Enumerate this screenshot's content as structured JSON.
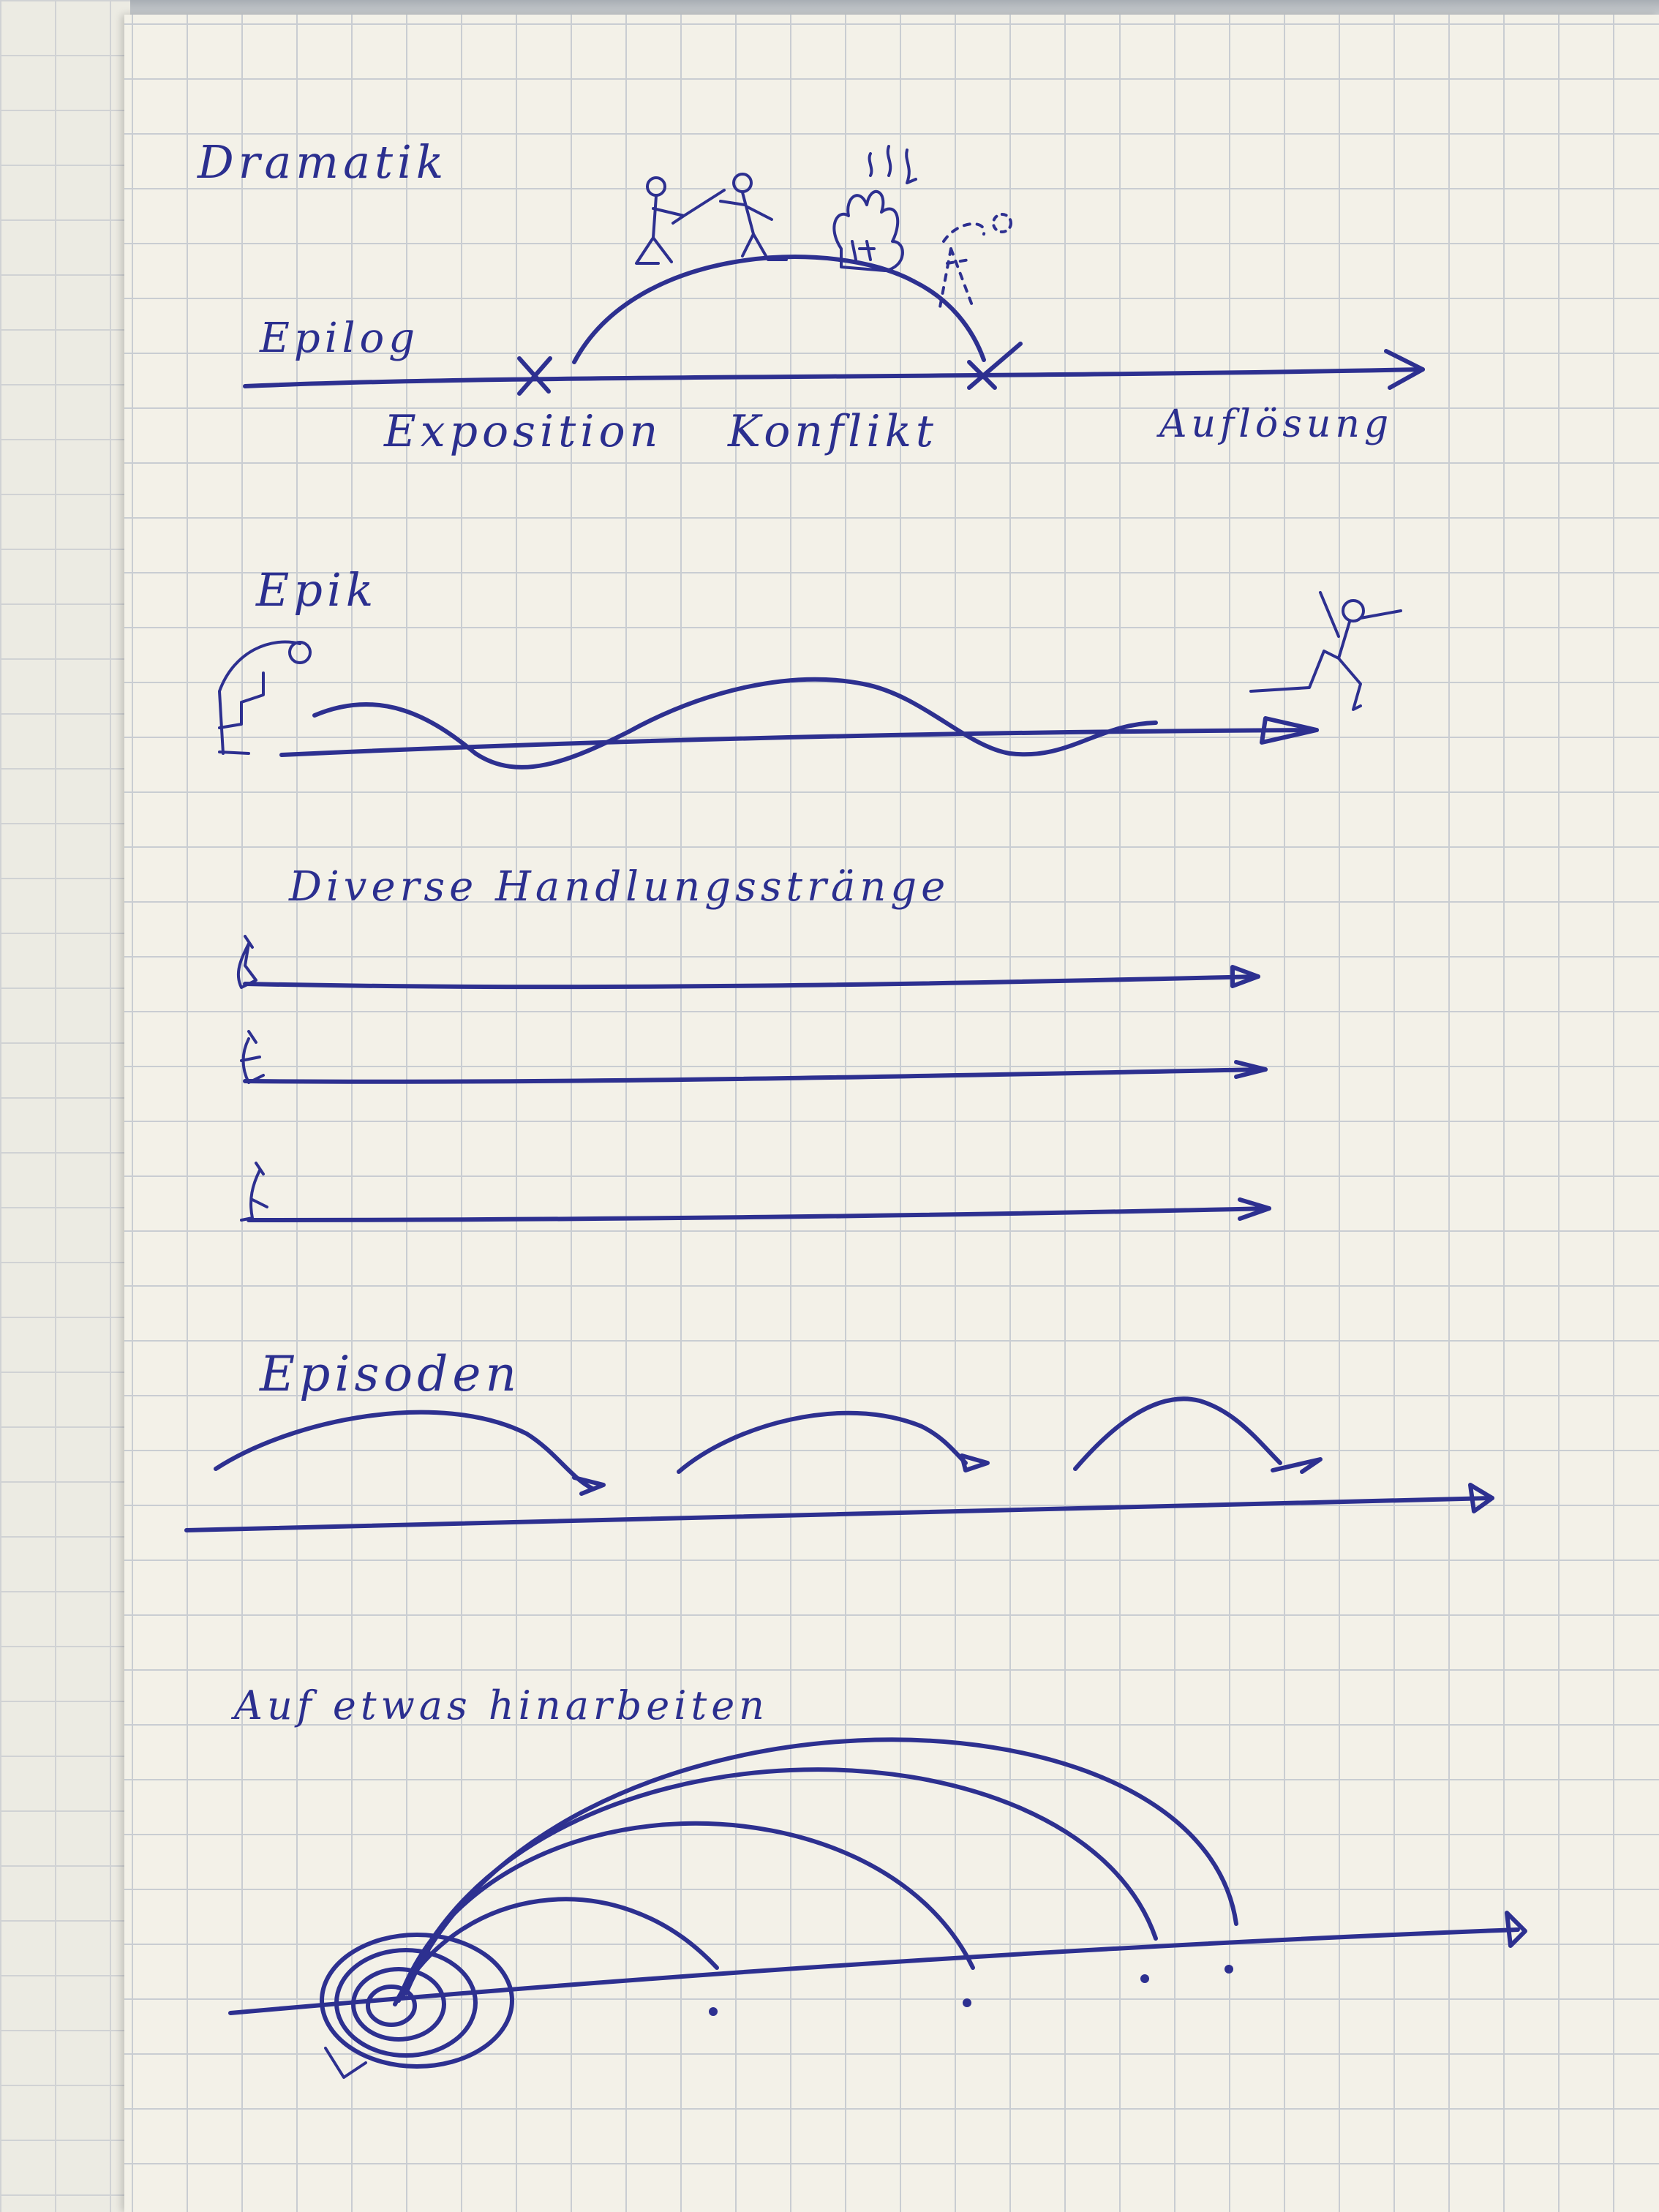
{
  "sections": {
    "dramatik": {
      "title": "Dramatik",
      "labels": {
        "epilog": "Epilog",
        "exposition": "Exposition",
        "konflikt": "Konflikt",
        "aufloesung": "Auflösung"
      }
    },
    "epik": {
      "title": "Epik"
    },
    "diverse": {
      "title": "Diverse Handlungsstränge"
    },
    "episoden": {
      "title": "Episoden"
    },
    "hinarbeiten": {
      "title": "Auf etwas hinarbeiten"
    }
  },
  "colors": {
    "ink": "#2d3090",
    "paper": "#f3f1e8",
    "grid": "#c9cdd2"
  }
}
